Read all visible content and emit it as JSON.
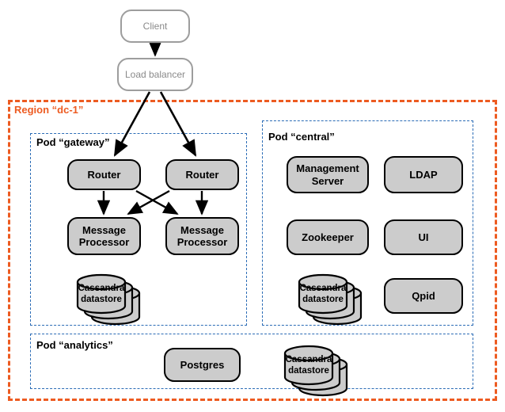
{
  "diagram": {
    "title": "Apigee Edge planet topology — Region dc-1",
    "colors": {
      "region_border": "#ed5b21",
      "region_label": "#ed5b21",
      "pod_border": "#2b6cb6",
      "node_fill": "#cccccc",
      "node_border": "#000000",
      "plain_border": "#9d9d9d",
      "plain_text": "#8a8a8a",
      "background": "#ffffff",
      "arrow": "#000000"
    }
  },
  "external_nodes": [
    {
      "id": "client",
      "label": "Client",
      "style": "plain"
    },
    {
      "id": "load-balancer",
      "label": "Load balancer",
      "style": "plain"
    }
  ],
  "region": {
    "label": "Region “dc-1”",
    "name": "dc-1"
  },
  "pods": [
    {
      "id": "gateway",
      "label": "Pod “gateway”",
      "name": "gateway",
      "nodes": [
        {
          "id": "router-1",
          "label": "Router",
          "style": "gray"
        },
        {
          "id": "router-2",
          "label": "Router",
          "style": "gray"
        },
        {
          "id": "message-processor-1",
          "label": "Message Processor",
          "line1": "Message",
          "line2": "Processor",
          "style": "gray"
        },
        {
          "id": "message-processor-2",
          "label": "Message Processor",
          "line1": "Message",
          "line2": "Processor",
          "style": "gray"
        }
      ],
      "datastores": [
        {
          "id": "cassandra-gateway",
          "line1": "Cassandra",
          "line2": "datastore",
          "copies": 3
        }
      ]
    },
    {
      "id": "central",
      "label": "Pod “central”",
      "name": "central",
      "nodes": [
        {
          "id": "management-server",
          "label": "Management Server",
          "line1": "Management",
          "line2": "Server",
          "style": "gray"
        },
        {
          "id": "ldap",
          "label": "LDAP",
          "style": "gray"
        },
        {
          "id": "zookeeper",
          "label": "Zookeeper",
          "style": "gray"
        },
        {
          "id": "ui",
          "label": "UI",
          "style": "gray"
        },
        {
          "id": "qpid",
          "label": "Qpid",
          "style": "gray"
        }
      ],
      "datastores": [
        {
          "id": "cassandra-central",
          "line1": "Cassandra",
          "line2": "datastore",
          "copies": 3
        }
      ]
    },
    {
      "id": "analytics",
      "label": "Pod “analytics”",
      "name": "analytics",
      "nodes": [
        {
          "id": "postgres",
          "label": "Postgres",
          "style": "gray"
        }
      ],
      "datastores": [
        {
          "id": "cassandra-analytics",
          "line1": "Cassandra",
          "line2": "datastore",
          "copies": 3
        }
      ]
    }
  ],
  "connections": [
    {
      "from": "client",
      "to": "load-balancer"
    },
    {
      "from": "load-balancer",
      "to": "router-1"
    },
    {
      "from": "load-balancer",
      "to": "router-2"
    },
    {
      "from": "router-1",
      "to": "message-processor-1"
    },
    {
      "from": "router-1",
      "to": "message-processor-2"
    },
    {
      "from": "router-2",
      "to": "message-processor-1"
    },
    {
      "from": "router-2",
      "to": "message-processor-2"
    }
  ]
}
